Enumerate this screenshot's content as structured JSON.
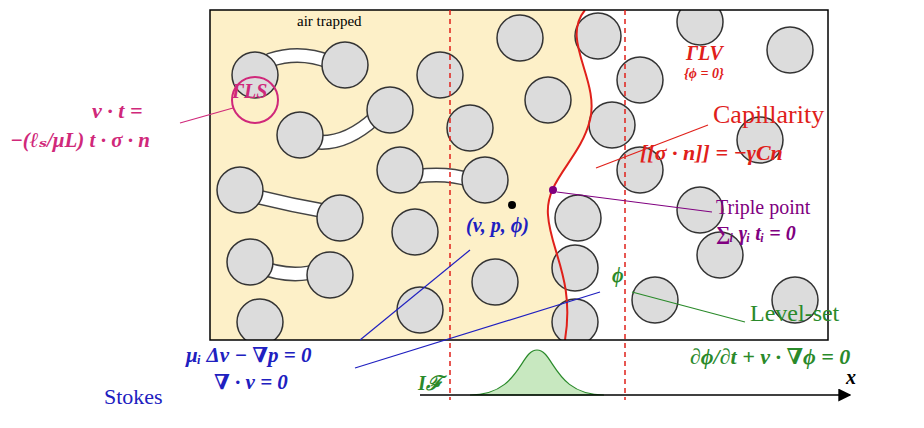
{
  "diagram": {
    "labels": [
      "air trapped",
      "ΓLS",
      "v · t =",
      "−(ℓₛ/μL) t · σ · n",
      "ΓLV",
      "{ϕ = 0}",
      "Capillarity",
      "[[σ · n]] = −γCn",
      "Triple point",
      "∑ᵢ γᵢ tᵢ = 0",
      "(v, p, ϕ)",
      "ϕ",
      "Level-set",
      "∂ϕ/∂t + v · ∇ϕ = 0",
      "μᵢ Δv − ∇p = 0",
      "∇ · v = 0",
      "Stokes",
      "Iℱ",
      "x"
    ]
  }
}
